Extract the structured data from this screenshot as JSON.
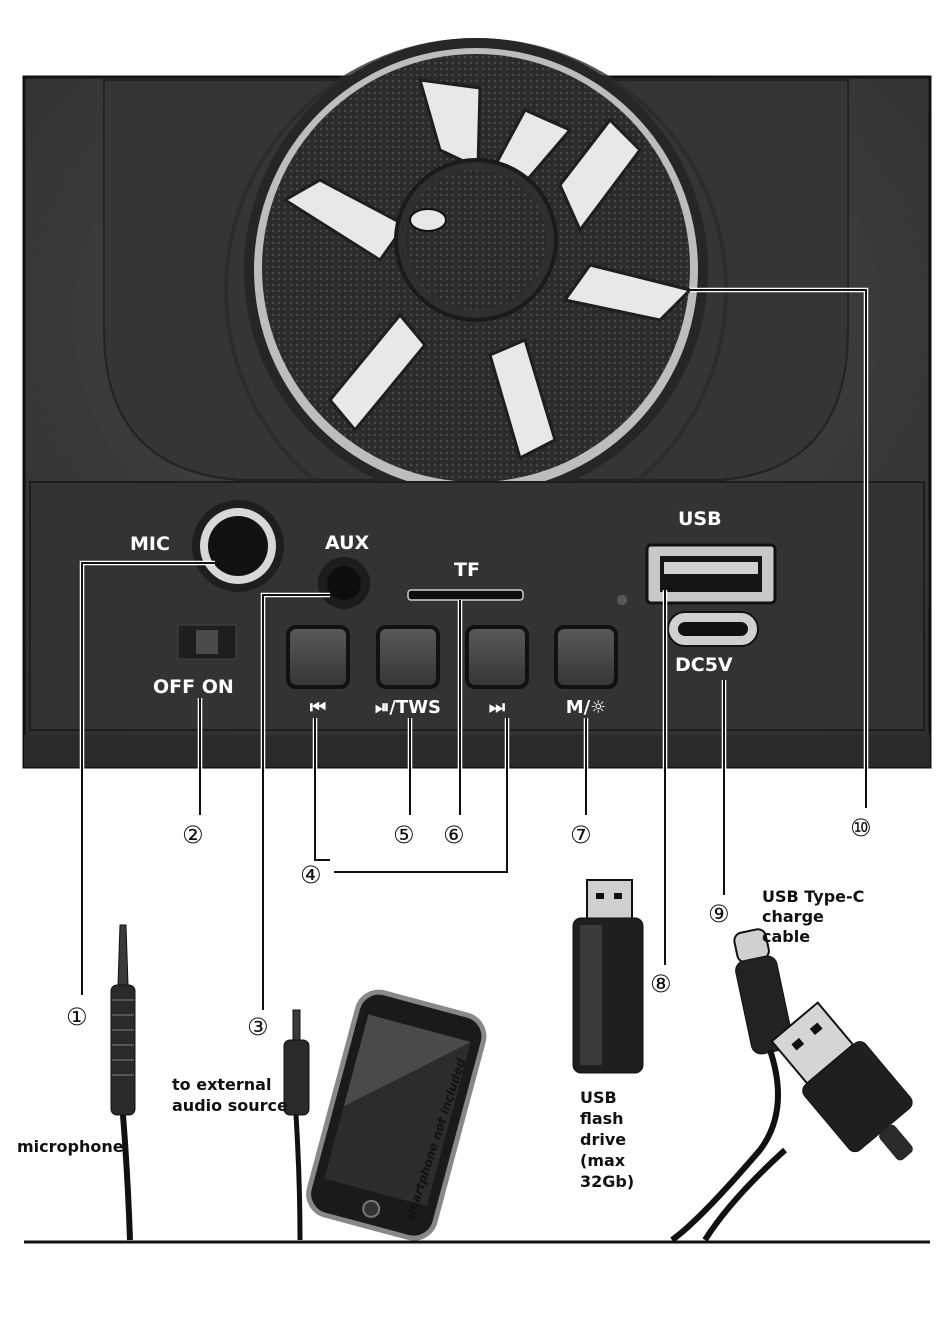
{
  "panel": {
    "mic_label": "MIC",
    "aux_label": "AUX",
    "tf_label": "TF",
    "usb_label": "USB",
    "switch_label": "OFF ON",
    "dc_label": "DC5V",
    "buttons": [
      {
        "label": "⏮",
        "icon": "previous-track-icon"
      },
      {
        "label": "⏯/TWS",
        "icon": "play-pause-icon"
      },
      {
        "label": "⏭",
        "icon": "next-track-icon"
      },
      {
        "label": "M/☼",
        "icon": "mode-light-icon"
      }
    ]
  },
  "callouts": [
    "①",
    "②",
    "③",
    "④",
    "⑤",
    "⑥",
    "⑦",
    "⑧",
    "⑨",
    "⑩"
  ],
  "accessories": {
    "microphone": "microphone",
    "audio_source": [
      "to external",
      "audio source"
    ],
    "smartphone_note": "smartphone not included",
    "usb_drive": [
      "USB",
      "flash",
      "drive",
      "(max",
      "32Gb)"
    ],
    "usb_c_cable": [
      "USB Type-C",
      "charge",
      "cable"
    ]
  },
  "colors": {
    "panel": "#3a3a3a",
    "panel_dark": "#252525",
    "highlight": "#e8e8e8"
  }
}
